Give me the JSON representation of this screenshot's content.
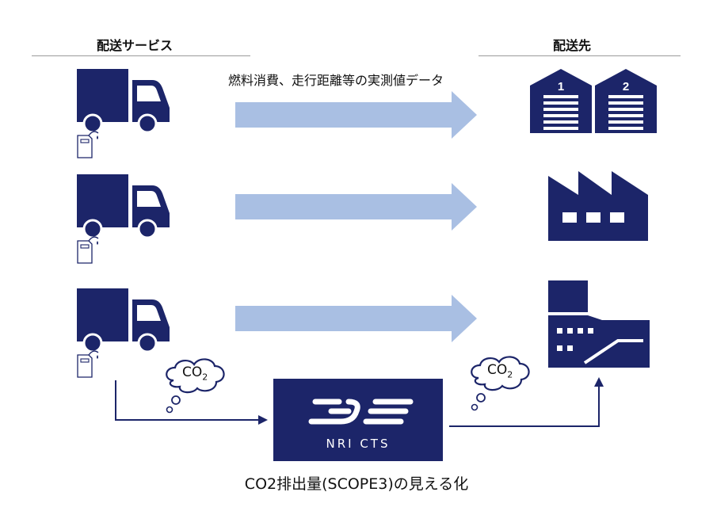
{
  "headers": {
    "left": "配送サービス",
    "right": "配送先"
  },
  "arrow_label": "燃料消費、走行距離等の実測値データ",
  "cloud": {
    "main": "CO",
    "sub": "2"
  },
  "warehouse": {
    "door_1": "1",
    "door_2": "2"
  },
  "logo": {
    "text": "NRI CTS"
  },
  "caption": "CO2排出量(SCOPE3)の見える化",
  "colors": {
    "navy": "#1c2569",
    "arrow": "#a9bfe3",
    "flow_line": "#1c2569"
  }
}
